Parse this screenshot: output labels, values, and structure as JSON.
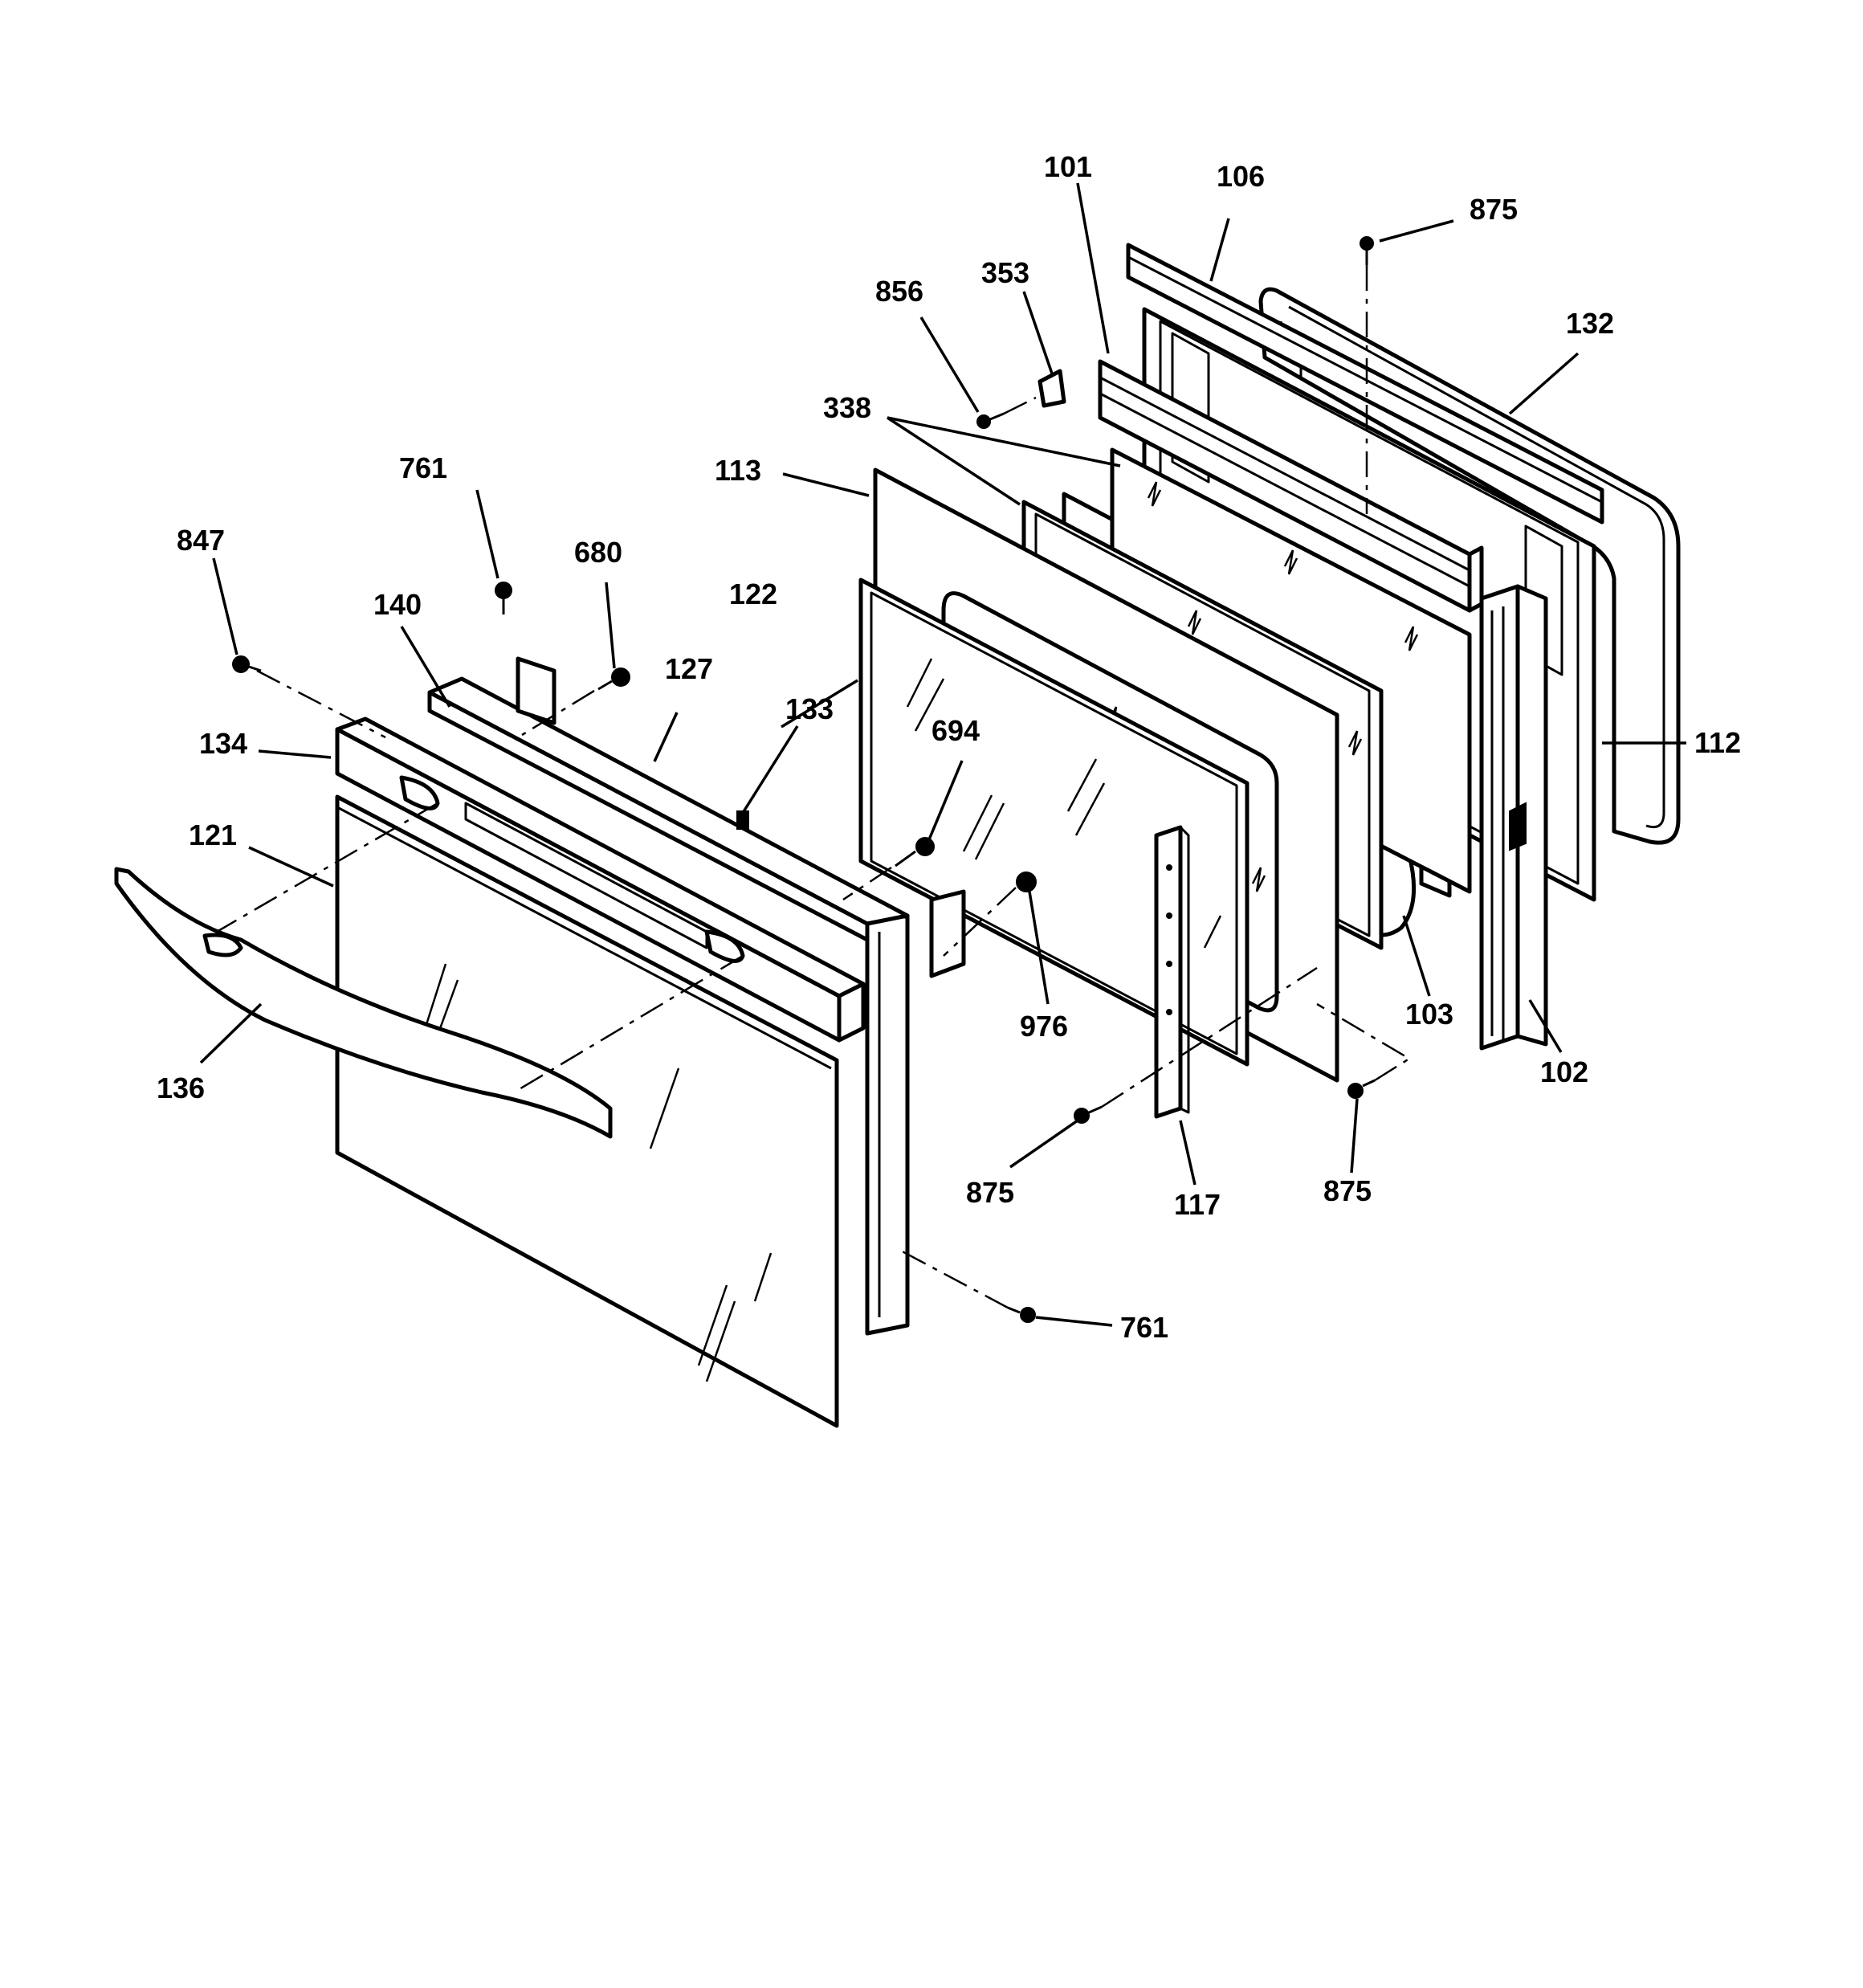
{
  "diagram": {
    "callouts": {
      "c101": "101",
      "c106": "106",
      "c875_top": "875",
      "c132": "132",
      "c856": "856",
      "c353": "353",
      "c338": "338",
      "c113": "113",
      "c761_top": "761",
      "c847": "847",
      "c680": "680",
      "c140": "140",
      "c127": "127",
      "c122": "122",
      "c133": "133",
      "c134": "134",
      "c694": "694",
      "c112": "112",
      "c121": "121",
      "c976": "976",
      "c103": "103",
      "c102": "102",
      "c136": "136",
      "c875_left": "875",
      "c117": "117",
      "c875_right": "875",
      "c761_bottom": "761"
    }
  }
}
